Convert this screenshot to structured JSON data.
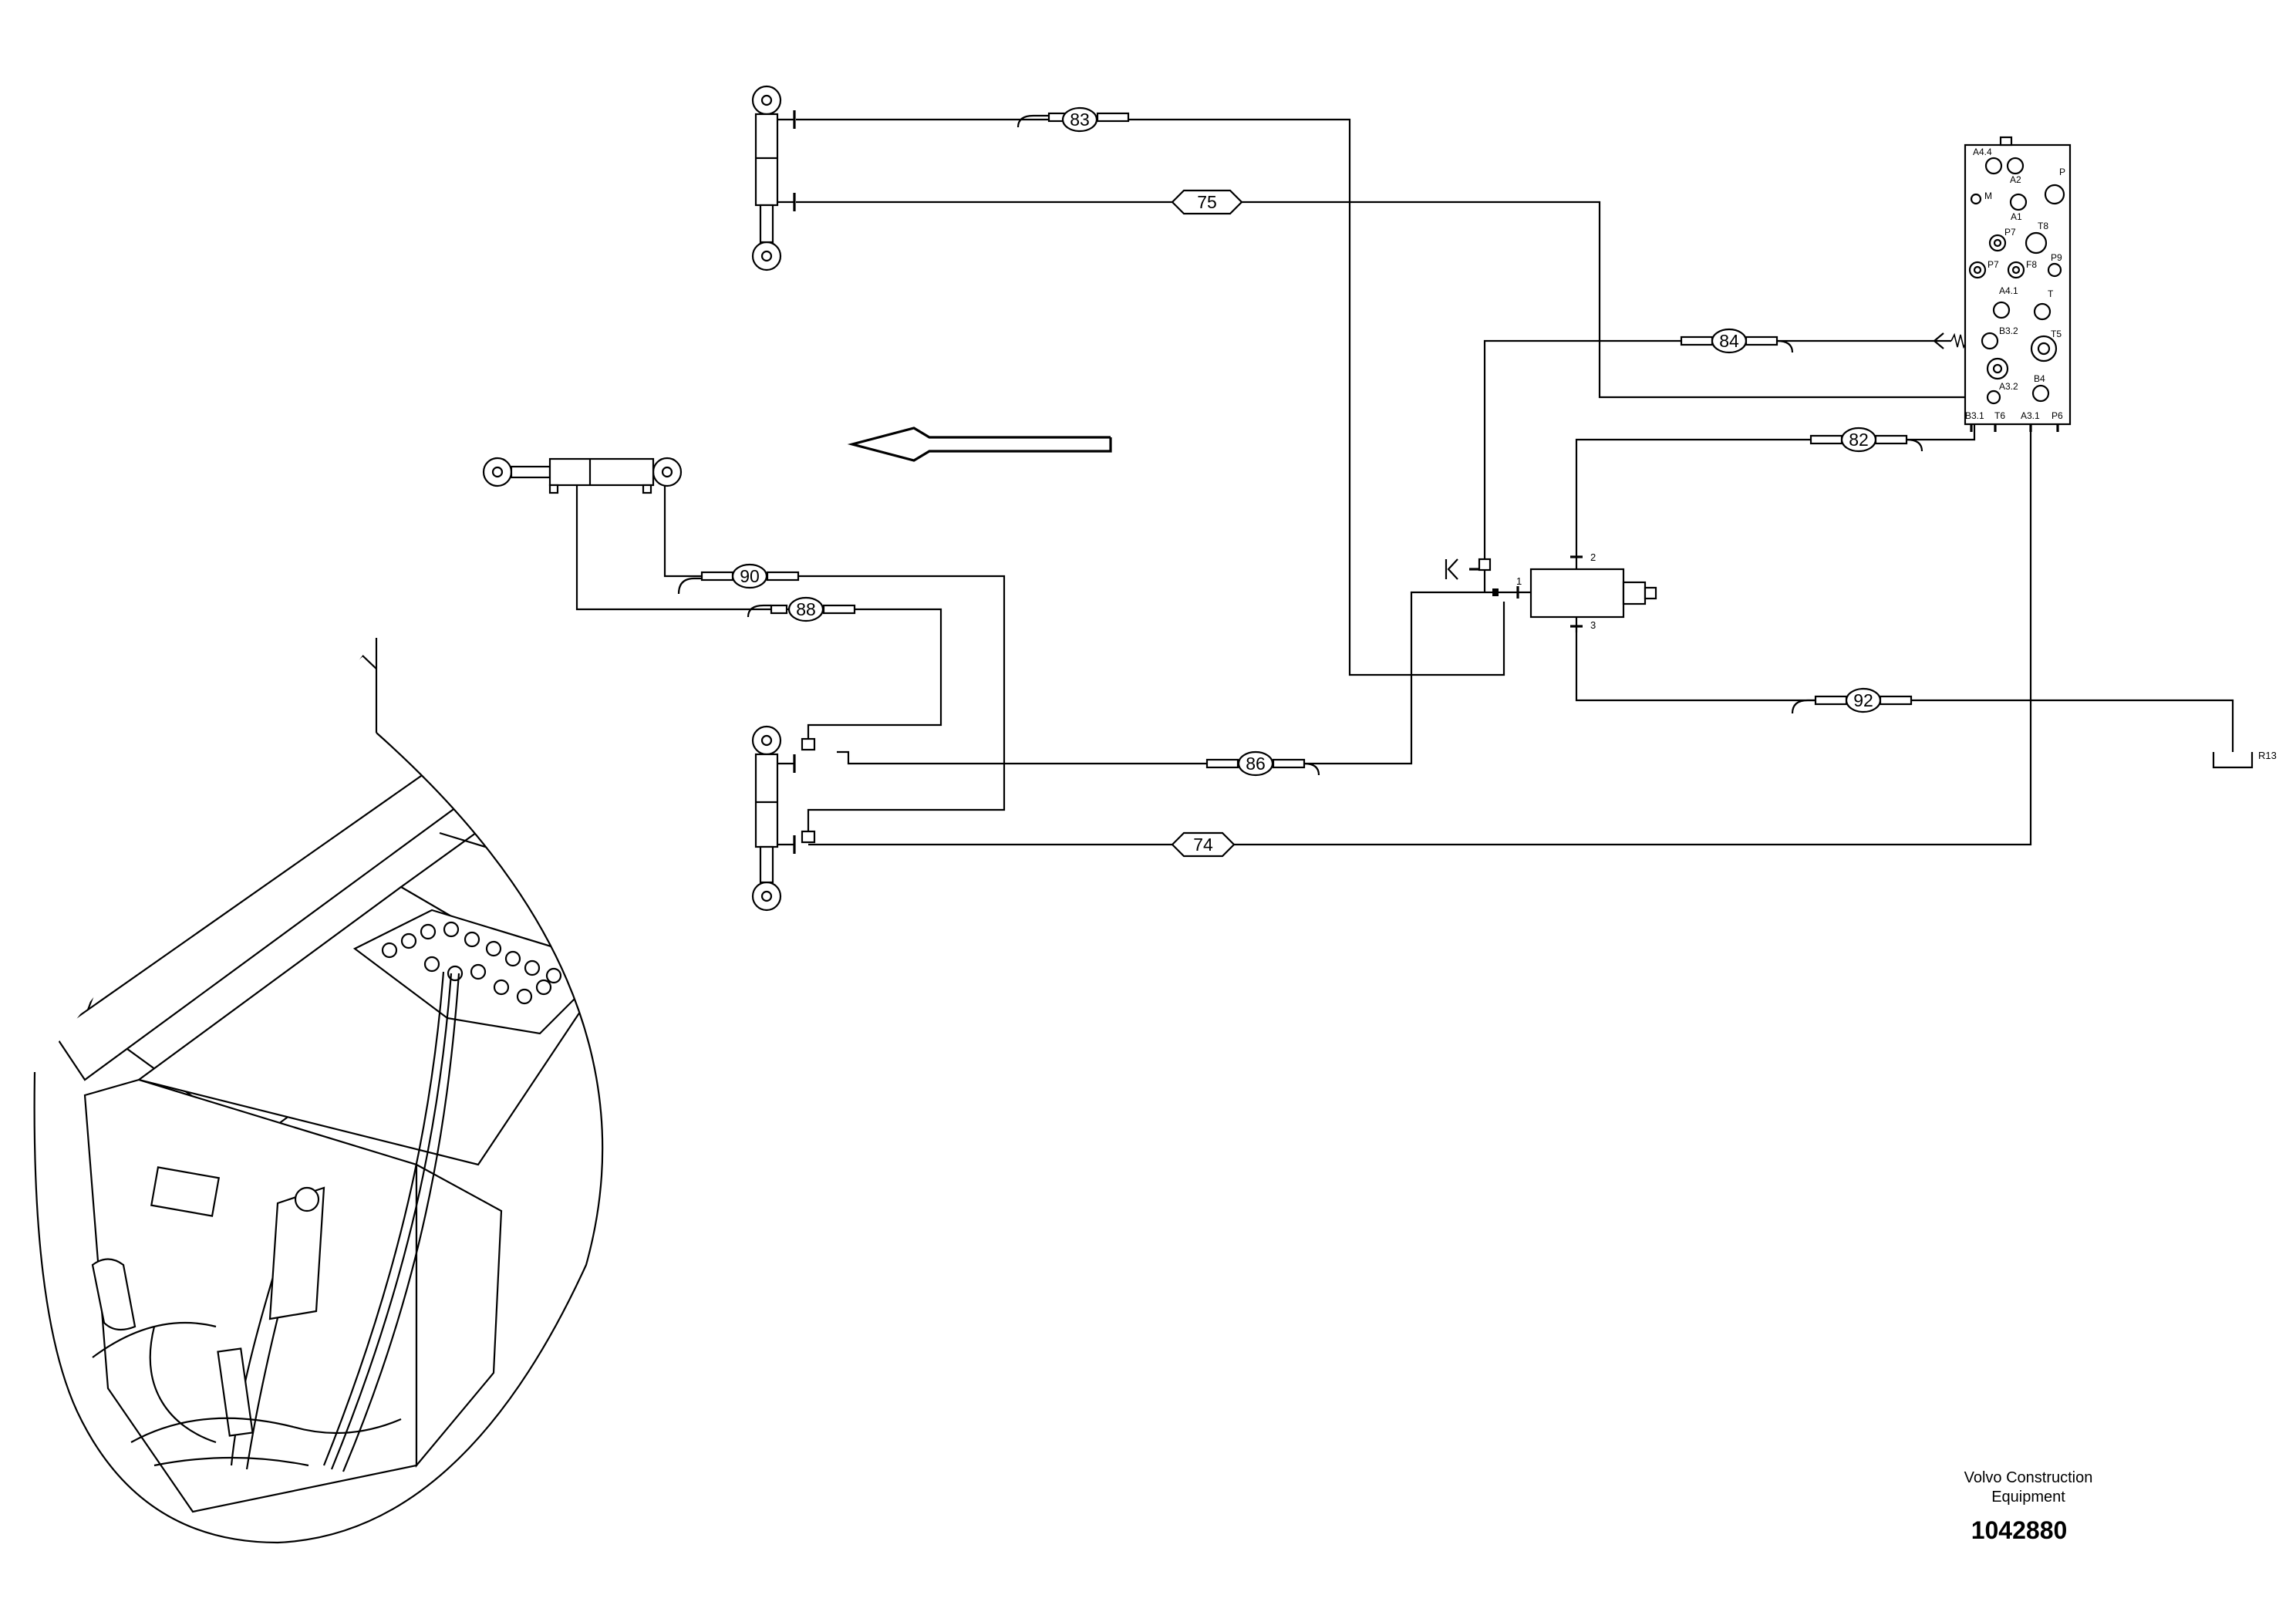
{
  "hose_labels": {
    "h83": "83",
    "h75": "75",
    "h84": "84",
    "h82": "82",
    "h90": "90",
    "h88": "88",
    "h86": "86",
    "h74": "74",
    "h92": "92"
  },
  "valve_block_ports": {
    "a44": "A4.4",
    "a2": "A2",
    "m": "M",
    "p": "P",
    "a1": "A1",
    "t8": "T8",
    "p7_top": "P7",
    "p7": "P7",
    "f8": "F8",
    "p9": "P9",
    "a41": "A4.1",
    "t": "T",
    "b32": "B3.2",
    "t5": "T5",
    "b4": "B4",
    "a32": "A3.2",
    "b31": "B3.1",
    "t6": "T6",
    "a31": "A3.1",
    "p6": "P6"
  },
  "small_valve_ports": {
    "p1": "1",
    "p2": "2",
    "p3": "3"
  },
  "tank_label": "R13",
  "brand": {
    "line1": "Volvo Construction",
    "line2": "Equipment"
  },
  "doc_number": "1042880"
}
